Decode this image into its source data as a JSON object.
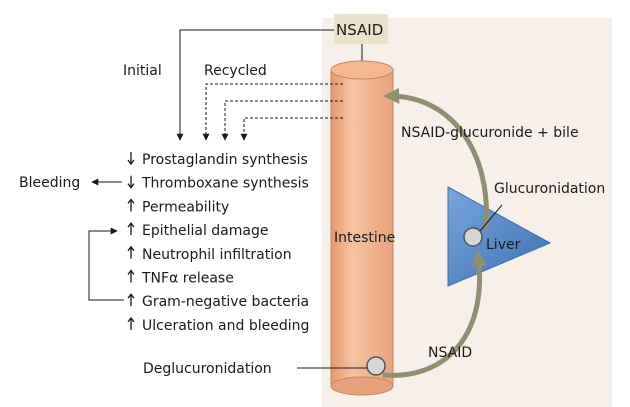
{
  "labels": {
    "nsaid_top": "NSAID",
    "initial": "Initial",
    "recycled": "Recycled",
    "intestine": "Intestine",
    "nsaid_glucuronide_bile": "NSAID-glucuronide + bile",
    "glucuronidation": "Glucuronidation",
    "liver": "Liver",
    "nsaid_return": "NSAID",
    "deglucuronidation": "Deglucuronidation",
    "bleeding": "Bleeding"
  },
  "effects": [
    {
      "direction": "down",
      "text": "Prostaglandin synthesis"
    },
    {
      "direction": "down",
      "text": "Thromboxane synthesis"
    },
    {
      "direction": "up",
      "text": "Permeability"
    },
    {
      "direction": "up",
      "text": "Epithelial damage"
    },
    {
      "direction": "up",
      "text": "Neutrophil infiltration"
    },
    {
      "direction": "up",
      "text": "TNFα release"
    },
    {
      "direction": "up",
      "text": "Gram-negative bacteria"
    },
    {
      "direction": "up",
      "text": "Ulceration and bleeding"
    }
  ],
  "colors": {
    "panel": "#f7efe9",
    "nsaid_box": "#e9e2cf",
    "intestine_fill": "#f2b48f",
    "intestine_stroke": "#c08a67",
    "liver_fill": "#4a7fc1",
    "curved_arrow": "#8f8f72",
    "site_circle": "#d6d6d6"
  }
}
